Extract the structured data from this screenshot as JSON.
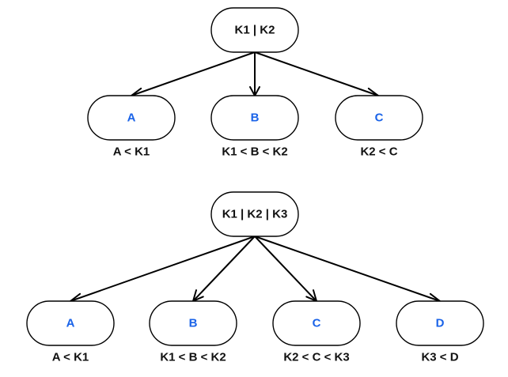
{
  "colors": {
    "edge": "#000000",
    "internal_text": "#111111",
    "leaf_text": "#1a63e8",
    "condition_text": "#111111",
    "node_fill": "#ffffff",
    "node_stroke": "#000000"
  },
  "trees": [
    {
      "root": {
        "label": "K1 | K2"
      },
      "children": [
        {
          "label": "A",
          "condition": "A < K1"
        },
        {
          "label": "B",
          "condition": "K1 < B < K2"
        },
        {
          "label": "C",
          "condition": "K2 < C"
        }
      ]
    },
    {
      "root": {
        "label": "K1 | K2 | K3"
      },
      "children": [
        {
          "label": "A",
          "condition": "A < K1"
        },
        {
          "label": "B",
          "condition": "K1 < B < K2"
        },
        {
          "label": "C",
          "condition": "K2 < C < K3"
        },
        {
          "label": "D",
          "condition": "K3 < D"
        }
      ]
    }
  ]
}
